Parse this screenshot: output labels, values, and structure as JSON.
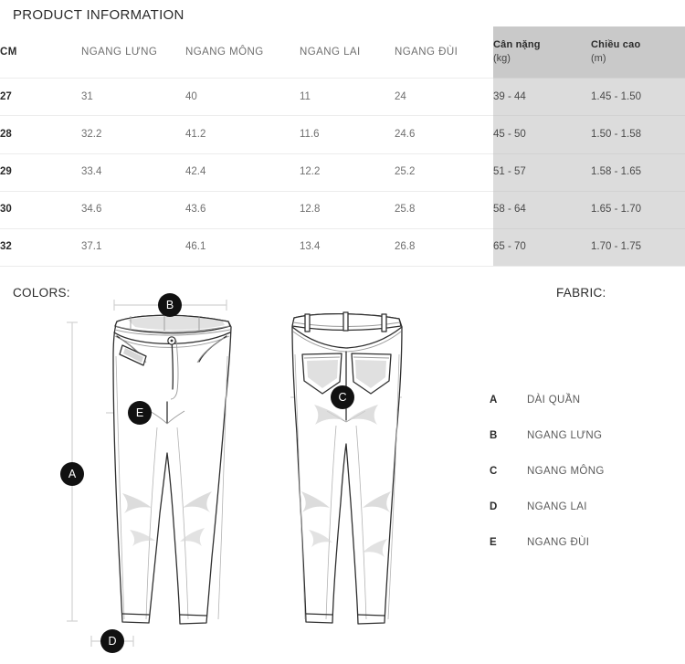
{
  "page": {
    "title": "PRODUCT INFORMATION",
    "colors_label": "COLORS:",
    "fabric_label": "FABRIC:"
  },
  "table": {
    "headers": {
      "cm": "CM",
      "waist": "NGANG LƯNG",
      "hip": "NGANG MÔNG",
      "hem": "NGANG LAI",
      "thigh": "NGANG ĐÙI",
      "weight_title": "Cân nặng",
      "weight_unit": "(kg)",
      "height_title": "Chiều cao",
      "height_unit": "(m)"
    },
    "rows": [
      {
        "cm": "27",
        "waist": "31",
        "hip": "40",
        "hem": "11",
        "thigh": "24",
        "weight": "39 - 44",
        "height": "1.45 - 1.50"
      },
      {
        "cm": "28",
        "waist": "32.2",
        "hip": "41.2",
        "hem": "11.6",
        "thigh": "24.6",
        "weight": "45 - 50",
        "height": "1.50 - 1.58"
      },
      {
        "cm": "29",
        "waist": "33.4",
        "hip": "42.4",
        "hem": "12.2",
        "thigh": "25.2",
        "weight": "51 - 57",
        "height": "1.58 - 1.65"
      },
      {
        "cm": "30",
        "waist": "34.6",
        "hip": "43.6",
        "hem": "12.8",
        "thigh": "25.8",
        "weight": "58 - 64",
        "height": "1.65 - 1.70"
      },
      {
        "cm": "32",
        "waist": "37.1",
        "hip": "46.1",
        "hem": "13.4",
        "thigh": "26.8",
        "weight": "65 - 70",
        "height": "1.70 - 1.75"
      }
    ]
  },
  "legend": [
    {
      "key": "A",
      "label": "DÀI QUẦN"
    },
    {
      "key": "B",
      "label": "NGANG LƯNG"
    },
    {
      "key": "C",
      "label": "NGANG MÔNG"
    },
    {
      "key": "D",
      "label": "NGANG LAI"
    },
    {
      "key": "E",
      "label": "NGANG ĐÙI"
    }
  ],
  "markers": {
    "a": "A",
    "b": "B",
    "c": "C",
    "d": "D",
    "e": "E"
  },
  "colors": {
    "header_gray": "#c9c9c9",
    "body_gray": "#dcdcdc",
    "marker_black": "#111111",
    "text_dark": "#2b2b2b",
    "text_muted": "#6f6f6f",
    "line_light": "#ececec"
  }
}
